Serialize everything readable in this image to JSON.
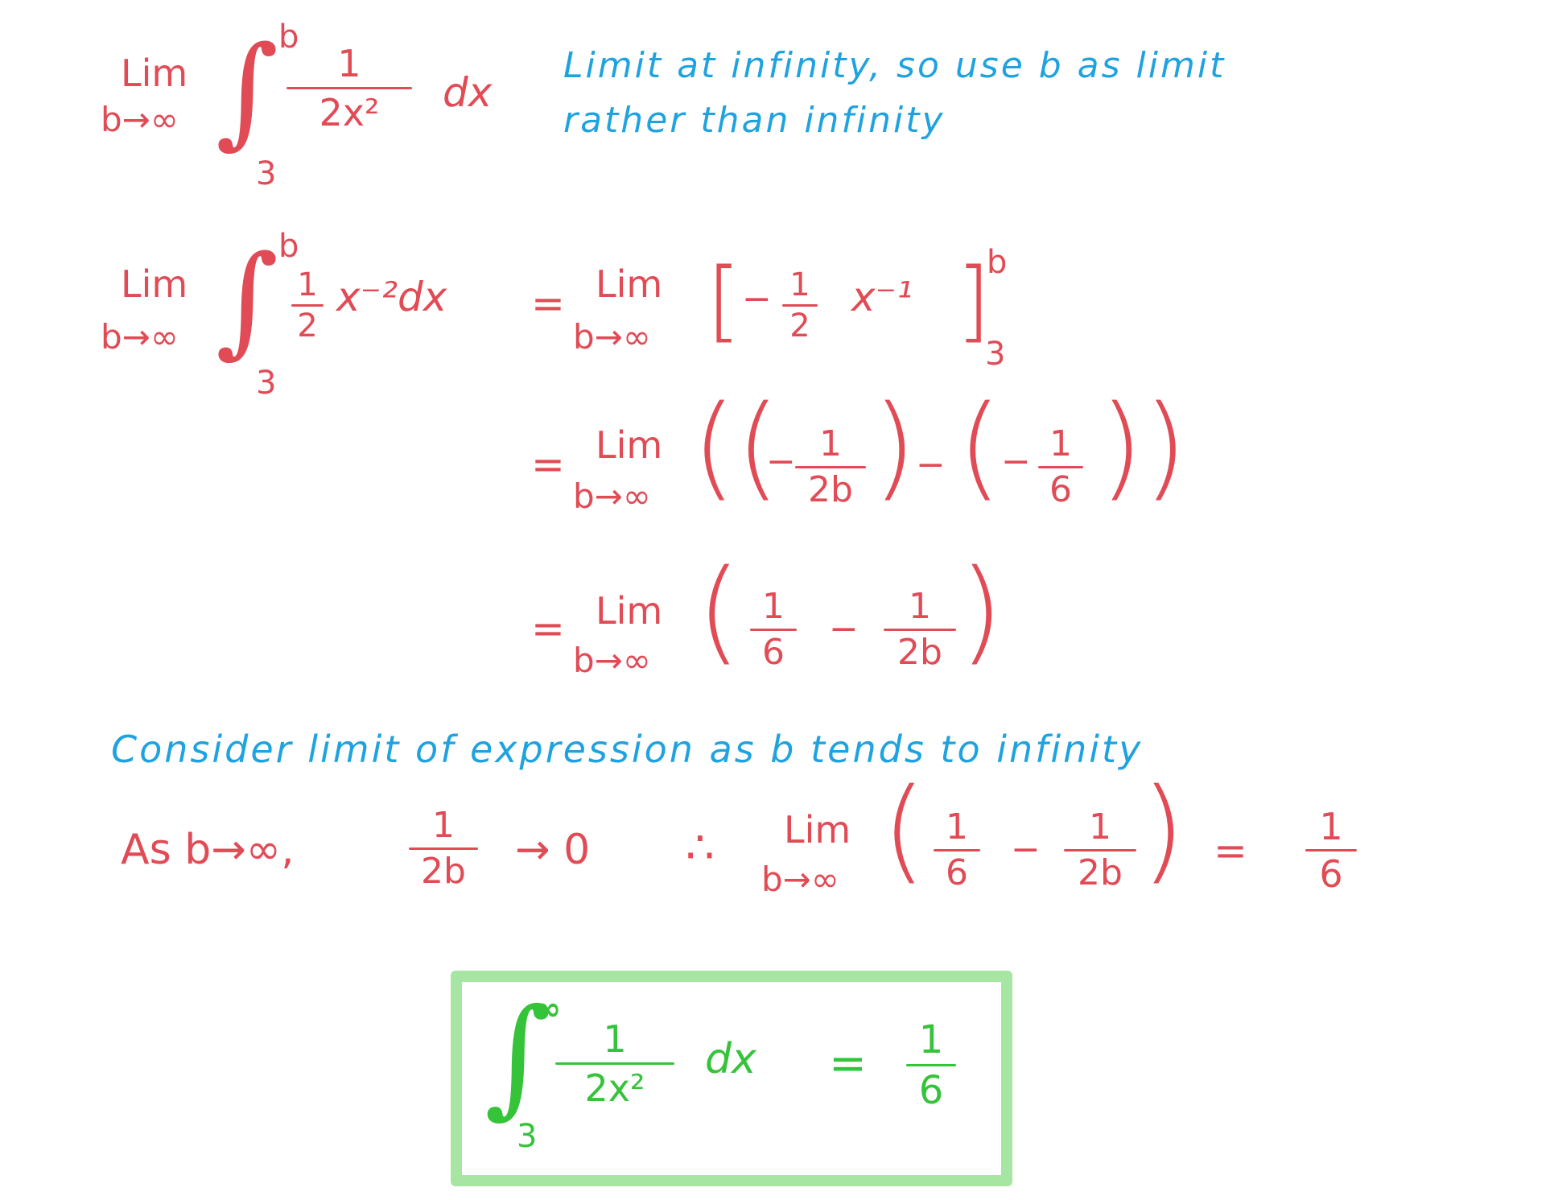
{
  "colors": {
    "work": "#e14b55",
    "note": "#1fa3e0",
    "answer": "#35c33a",
    "box": "#a7e6a2"
  },
  "line1": {
    "lim": "Lim",
    "lim_sub": "b→∞",
    "integral": "∫",
    "upper": "b",
    "lower": "3",
    "num": "1",
    "den": "2x²",
    "dx": "dx"
  },
  "note1": {
    "line_a": "Limit at infinity, so use b as limit",
    "line_b": "rather than infinity"
  },
  "line2": {
    "lim": "Lim",
    "lim_sub": "b→∞",
    "integral": "∫",
    "upper": "b",
    "lower": "3",
    "coef_num": "1",
    "coef_den": "2",
    "term": "x⁻²dx",
    "eq": "=",
    "lim_r": "Lim",
    "lim_r_sub": "b→∞",
    "bracket_open": "[",
    "minus": "−",
    "br_num": "1",
    "br_den": "2",
    "br_term": "x⁻¹",
    "bracket_close": "]",
    "br_upper": "b",
    "br_lower": "3"
  },
  "line3": {
    "eq": "=",
    "lim": "Lim",
    "lim_sub": "b→∞",
    "p1_open": "((",
    "m1": "−",
    "f1_num": "1",
    "f1_den": "2b",
    "p1_close": ")",
    "minus": "−",
    "p2_open": "(",
    "m2": "−",
    "f2_num": "1",
    "f2_den": "6",
    "p2_close": "))"
  },
  "line4": {
    "eq": "=",
    "lim": "Lim",
    "lim_sub": "b→∞",
    "p_open": "(",
    "f1_num": "1",
    "f1_den": "6",
    "minus": "−",
    "f2_num": "1",
    "f2_den": "2b",
    "p_close": ")"
  },
  "note2": {
    "text": "Consider limit of expression as b tends to infinity"
  },
  "line5": {
    "as_text": "As b→∞,",
    "f_num": "1",
    "f_den": "2b",
    "arrow": "→ 0",
    "therefore": "∴",
    "lim": "Lim",
    "lim_sub": "b→∞",
    "p_open": "(",
    "f1_num": "1",
    "f1_den": "6",
    "minus": "−",
    "f2_num": "1",
    "f2_den": "2b",
    "p_close": ")",
    "eq": "=",
    "res_num": "1",
    "res_den": "6"
  },
  "answer": {
    "integral": "∫",
    "upper": "∞",
    "lower": "3",
    "num": "1",
    "den": "2x²",
    "dx": "dx",
    "eq": "=",
    "res_num": "1",
    "res_den": "6"
  }
}
